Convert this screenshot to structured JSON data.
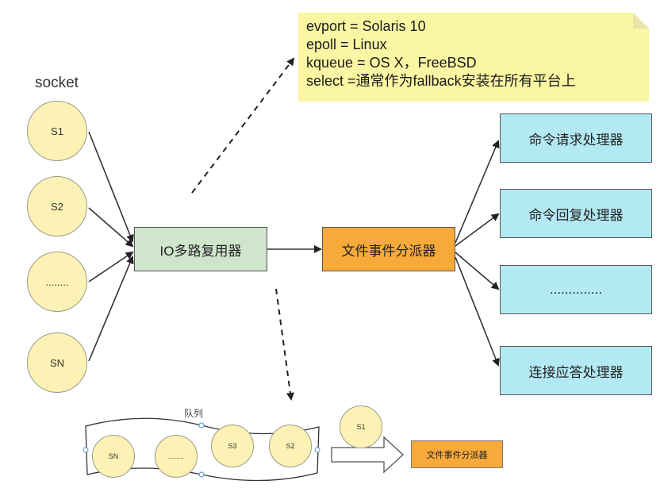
{
  "note": {
    "lines": [
      "evport = Solaris 10",
      "epoll = Linux",
      "kqueue = OS X，FreeBSD",
      "select =通常作为fallback安装在所有平台上"
    ]
  },
  "socket_label": "socket",
  "sockets": [
    "S1",
    "S2",
    "........",
    "SN"
  ],
  "io_multiplexer": "IO多路复用器",
  "file_event_dispatcher": "文件事件分派器",
  "handlers": [
    "命令请求处理器",
    "命令回复处理器",
    "..............",
    "连接应答处理器"
  ],
  "queue": {
    "label": "队列",
    "items": [
      "SN",
      "........",
      "S3",
      "S2"
    ],
    "outgoing": "S1",
    "target": "文件事件分派器"
  },
  "colors": {
    "note_bg": "#fbf6a4",
    "socket_fill": "#fdf2b6",
    "io_fill": "#cfe6cc",
    "dispatcher_fill": "#f7a93a",
    "handler_fill": "#b3e9f3"
  }
}
